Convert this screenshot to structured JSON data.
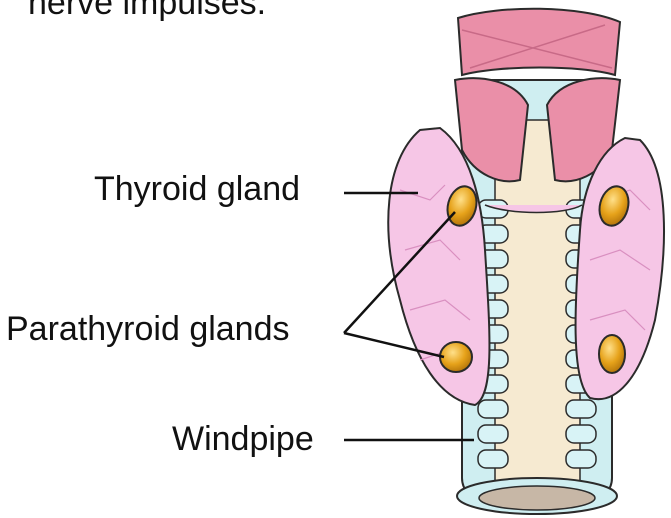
{
  "caption_fragment": "nerve impulses.",
  "labels": {
    "thyroid": "Thyroid gland",
    "parathyroid": "Parathyroid glands",
    "windpipe": "Windpipe"
  },
  "colors": {
    "thyroid_fill": "#f6c6e6",
    "thyroid_stroke": "#d07fb2",
    "muscle": "#ea8fa8",
    "cartilage": "#cfeef1",
    "trachea_core": "#f6ead1",
    "parathyroid": "#e6a21a",
    "outline": "#2b2b2b"
  }
}
